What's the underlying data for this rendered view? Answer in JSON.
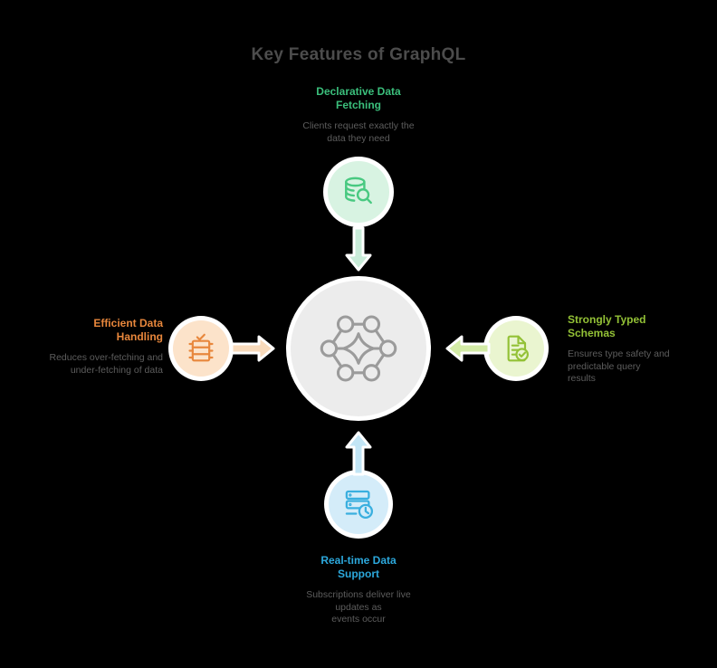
{
  "title": "Key Features of GraphQL",
  "palette": {
    "background": "#000000",
    "title_color": "#4c4c4c",
    "description_color": "#5d5d5d",
    "center_circle_fill": "#ececec",
    "center_icon_stroke": "#9b9b9b"
  },
  "center": {
    "icon": "graph-network-icon"
  },
  "nodes": {
    "top": {
      "icon": "database-search-icon",
      "accent": "#3bbf7c",
      "circle_fill": "#d8f3e2",
      "arrow_fill": "#c9ecd9",
      "arrow_direction": "down",
      "label": [
        "Declarative Data",
        "Fetching"
      ],
      "description": [
        "Clients request exactly the",
        "data they need"
      ]
    },
    "left": {
      "icon": "table-check-icon",
      "accent": "#e8873c",
      "circle_fill": "#fce3ca",
      "arrow_fill": "#f8dabb",
      "arrow_direction": "right",
      "label": [
        "Efficient Data",
        "Handling"
      ],
      "description": [
        "Reduces over-fetching and",
        "under-fetching of data"
      ]
    },
    "right": {
      "icon": "document-check-icon",
      "accent": "#93c136",
      "circle_fill": "#eaf5d0",
      "arrow_fill": "#d3eba6",
      "arrow_direction": "left",
      "label": [
        "Strongly Typed",
        "Schemas"
      ],
      "description": [
        "Ensures type safety and",
        "predictable query",
        "results"
      ]
    },
    "bottom": {
      "icon": "server-clock-icon",
      "accent": "#2ca8dc",
      "circle_fill": "#d4ecf9",
      "arrow_fill": "#c2e5f5",
      "arrow_direction": "up",
      "label": [
        "Real-time Data",
        "Support"
      ],
      "description": [
        "Subscriptions deliver live",
        "updates as",
        "events occur"
      ]
    }
  }
}
